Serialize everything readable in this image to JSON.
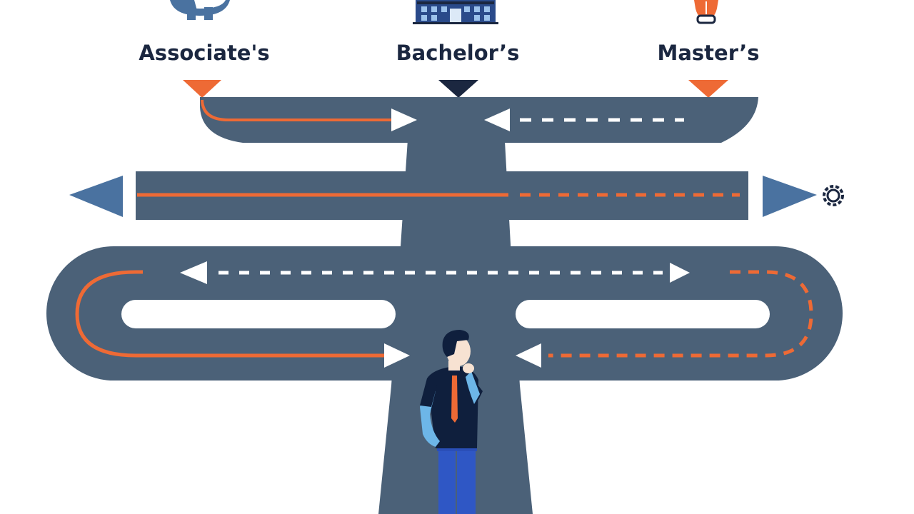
{
  "labels": {
    "associate": "Associate's",
    "bachelor": "Bachelor’s",
    "master": "Master’s"
  },
  "icons": {
    "associate": "gear-icon",
    "bachelor": "university-building-icon",
    "master": "lightbulb-icon",
    "right_exit": "gear-icon"
  },
  "colors": {
    "background": "#ffffff",
    "road": "#4b6178",
    "accent": "#ee6a35",
    "dark": "#1b2740",
    "lane_white": "#ffffff",
    "arrow_blue": "#4a72a0",
    "person_shirt": "#0f1f3d",
    "person_pants": "#2f57c5",
    "person_skin": "#f7e2d2",
    "person_sleeve": "#6db6e8"
  }
}
